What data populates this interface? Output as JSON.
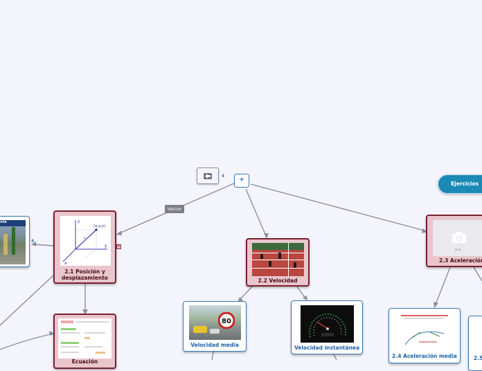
{
  "canvas": {
    "background": "#f4f5fc"
  },
  "colors": {
    "main_topic_fill": "#e8c6cc",
    "main_topic_border": "#7a1f31",
    "subtopic_border": "#3a77b5",
    "link_line": "#8a8f9a",
    "ejercicios_fill": "#1a8ab5"
  },
  "toolbar": {
    "back_icon": "arrow-left-icon",
    "back_count": "4"
  },
  "root": {
    "label": "+"
  },
  "link_label": "Vector",
  "nodes": {
    "posicion": {
      "label": "2.1 Posición y desplazamiento",
      "badge": "4"
    },
    "velocidad": {
      "label": "2.2 Velocidad"
    },
    "aceleracion": {
      "label": "2.3 Aceleración",
      "image_icon": "camera-icon"
    },
    "ejercicios": {
      "label": "Ejercicios"
    },
    "velocidad_media": {
      "label": "Velocidad media"
    },
    "velocidad_instantanea": {
      "label": "Velocidad instantánea"
    },
    "aceleracion_media": {
      "label": "2.4 Aceleración media"
    },
    "partial_right": {
      "label": "2.5"
    },
    "left_photo": {
      "label": "ente",
      "badge": "4"
    },
    "formula_card": {
      "label": "Ecuación"
    }
  }
}
